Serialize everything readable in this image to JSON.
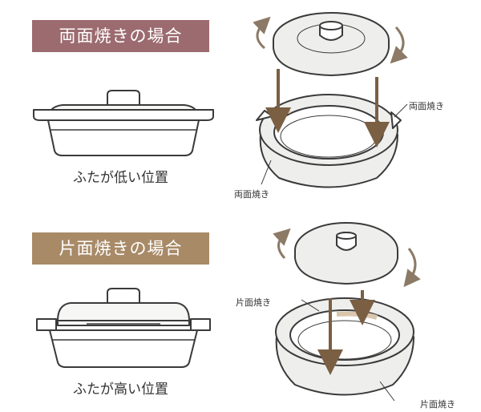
{
  "section_double": {
    "banner": "両面焼きの場合",
    "caption": "ふたが低い位置",
    "label_right": "両面焼き",
    "label_left": "両面焼き",
    "banner_color": "#9c6b6f"
  },
  "section_single": {
    "banner": "片面焼きの場合",
    "caption": "ふたが高い位置",
    "label_left": "片面焼き",
    "label_bottom": "片面焼き",
    "banner_color": "#a88a67"
  },
  "colors": {
    "outline": "#3a3a3a",
    "fill": "#eeeeec",
    "arrow": "#7a5f43",
    "rotate_arrow": "#8c7a66",
    "accent_plate": "#d9c6ad"
  }
}
